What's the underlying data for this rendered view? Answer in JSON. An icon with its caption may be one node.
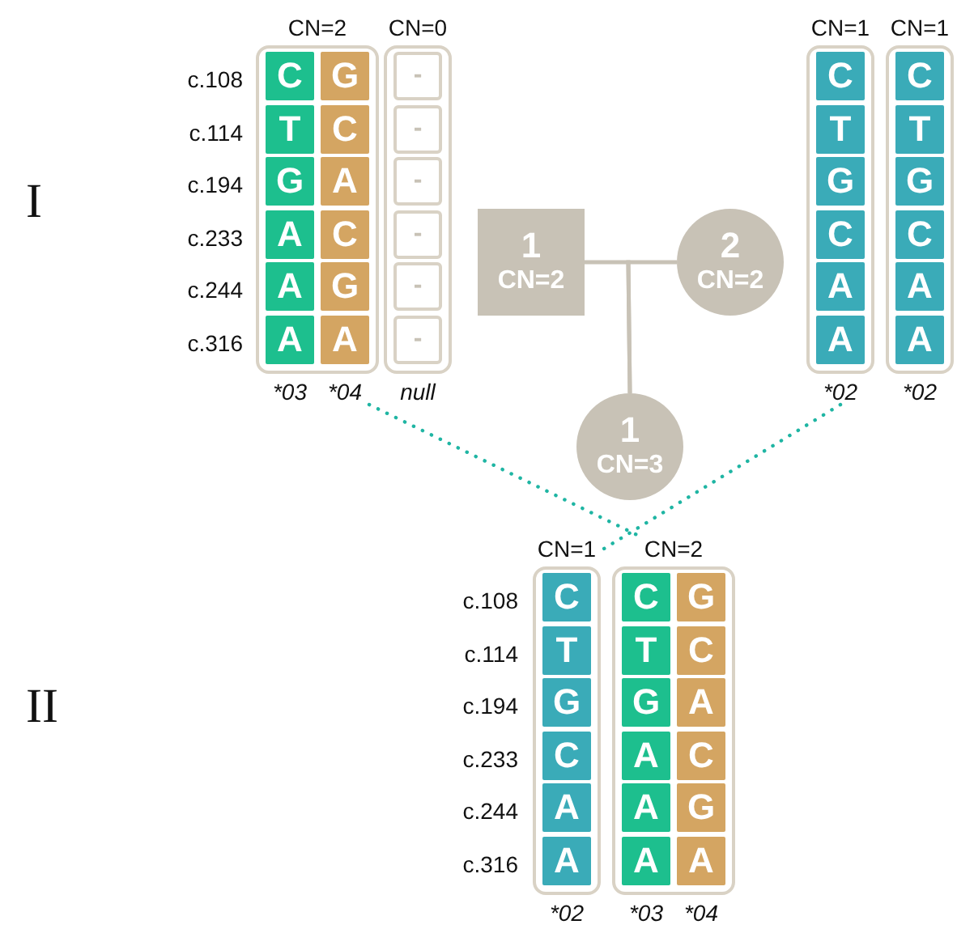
{
  "diagram": {
    "nodes": [
      {
        "text": [
          "CN=2"
        ]
      },
      {
        "text": [
          "C",
          "T",
          "G",
          "A",
          "A",
          "A"
        ],
        "in": 0,
        "beside": [
          "*03"
        ]
      },
      {
        "text": [
          "G",
          "C",
          "A",
          "C",
          "G",
          "A"
        ],
        "in": 0,
        "beside": [
          "*04"
        ]
      },
      {
        "text": [
          "CN=0"
        ]
      },
      {
        "text": [
          "-",
          "-",
          "-",
          "-",
          "-",
          "-"
        ],
        "in": 3,
        "beside": [
          "null"
        ]
      },
      {
        "text": [
          "1",
          "CN=2"
        ]
      },
      {
        "text": [
          "2",
          "CN=2"
        ]
      },
      {
        "text": [
          "CN=1"
        ]
      },
      {
        "text": [
          "C",
          "T",
          "G",
          "C",
          "A",
          "A"
        ],
        "in": 7,
        "beside": [
          "*02"
        ]
      },
      {
        "text": [
          "CN=1"
        ]
      },
      {
        "text": [
          "C",
          "T",
          "G",
          "C",
          "A",
          "A"
        ],
        "in": 9,
        "beside": [
          "*02"
        ]
      },
      {
        "text": [
          "1",
          "CN=3"
        ]
      },
      {
        "text": [
          "CN=1"
        ]
      },
      {
        "text": [
          "C",
          "T",
          "G",
          "C",
          "A",
          "A"
        ],
        "in": 12,
        "beside": [
          "*02"
        ]
      },
      {
        "text": [
          "CN=2"
        ]
      },
      {
        "text": [
          "C",
          "T",
          "G",
          "A",
          "A",
          "A"
        ],
        "in": 14,
        "beside": [
          "*03"
        ]
      },
      {
        "text": [
          "G",
          "C",
          "A",
          "C",
          "G",
          "A"
        ],
        "in": 14,
        "beside": [
          "*04"
        ]
      }
    ],
    "edges": [
      {
        "from": 5,
        "to": 11,
        "arrow": "none"
      },
      {
        "from": 6,
        "to": 11,
        "arrow": "none"
      },
      {
        "from": 2,
        "to": 14,
        "arrow": "none",
        "style": "dashed",
        "color": "#1fb5a3"
      },
      {
        "from": 8,
        "to": 12,
        "arrow": "none",
        "style": "dashed",
        "color": "#1fb5a3"
      }
    ],
    "labels": [
      "I",
      "II",
      "c.108",
      "c.114",
      "c.194",
      "c.233",
      "c.244",
      "c.316",
      "c.108",
      "c.114",
      "c.194",
      "c.233",
      "c.244",
      "c.316"
    ]
  }
}
